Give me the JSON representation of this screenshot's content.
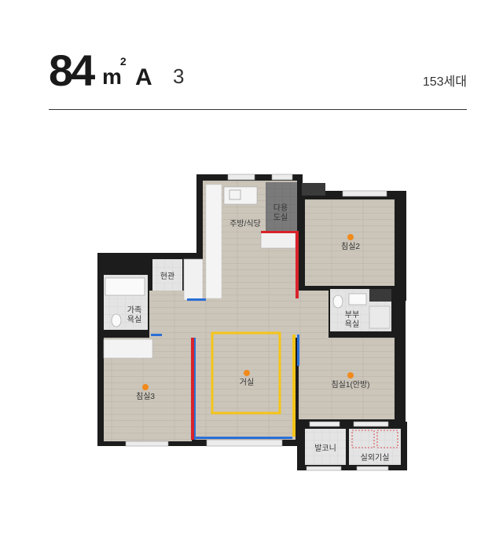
{
  "header": {
    "area_number": "84",
    "area_unit": "m",
    "area_unit_sup": "2",
    "type_letter": "A",
    "type_number": "3",
    "units_count": "153세대"
  },
  "rooms": {
    "kitchen": "주방/식당",
    "utility": [
      "다용",
      "도실"
    ],
    "bedroom2": "침실2",
    "entrance": "현관",
    "family_bath": [
      "가족",
      "욕실"
    ],
    "master_bath": [
      "부부",
      "욕실"
    ],
    "living": "거실",
    "bedroom3": "침실3",
    "bedroom1": "침실1(안방)",
    "balcony": "발코니",
    "outdoor_unit": "실외기실"
  },
  "colors": {
    "floor": "#c9c3b8",
    "wall": "#1c1c1c",
    "marker": "#f08a1c",
    "living_frame": "#f5c518",
    "accent_red": "#d8232a",
    "accent_blue": "#2a6fd6"
  }
}
